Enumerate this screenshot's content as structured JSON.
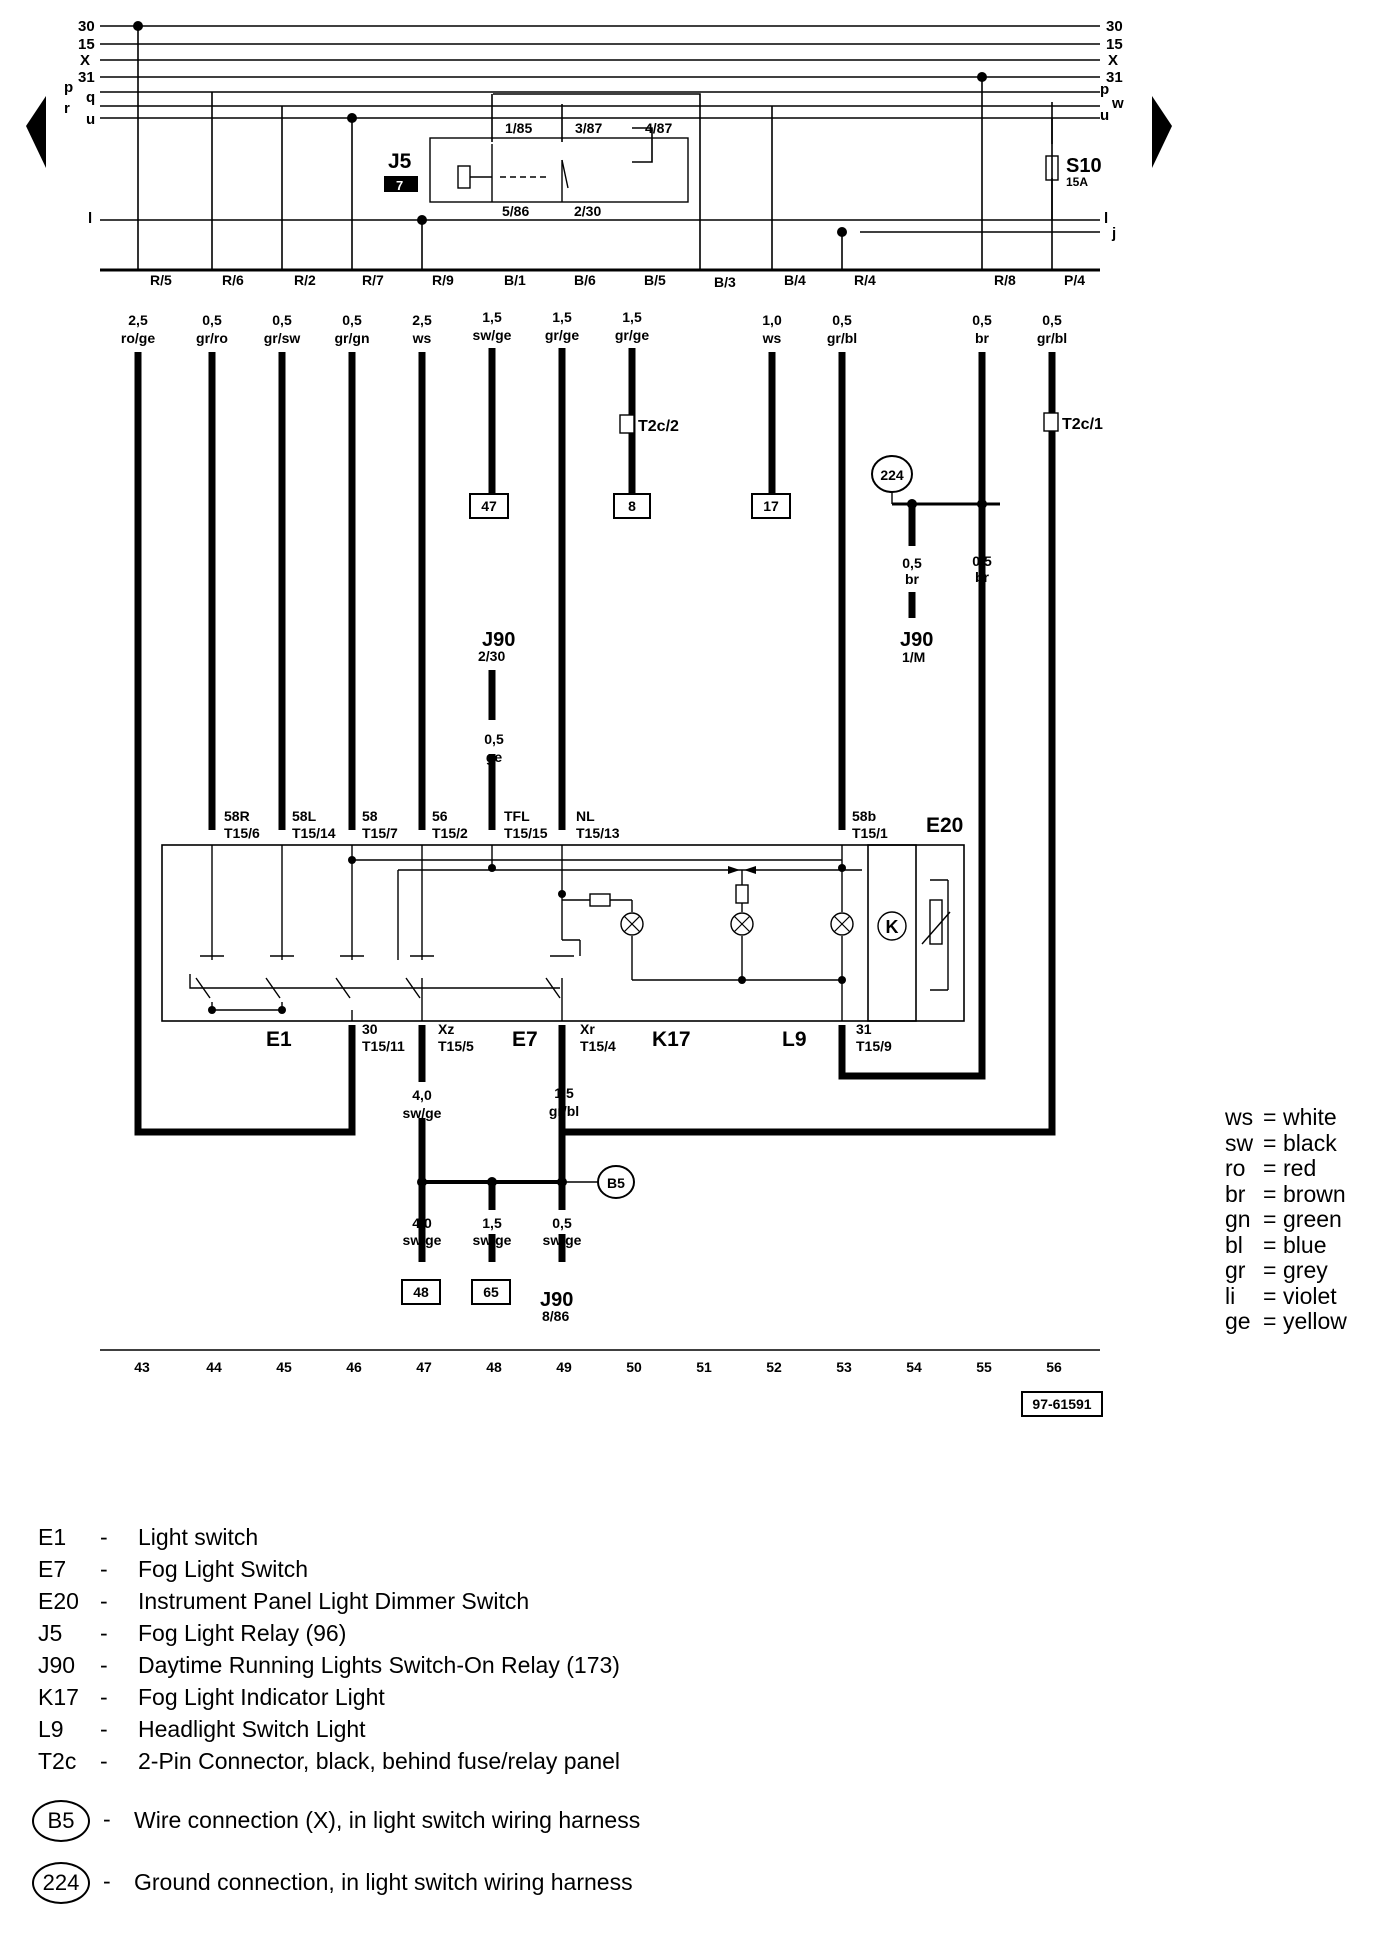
{
  "header_buses": {
    "left": [
      "30",
      "15",
      "X",
      "31",
      "p",
      "q",
      "r",
      "u"
    ],
    "right": [
      "30",
      "15",
      "X",
      "31",
      "p",
      "w",
      "u"
    ],
    "lower_left": "l",
    "lower_right": [
      "l",
      "j"
    ]
  },
  "relay": {
    "name": "J5",
    "number": "7",
    "pins": [
      "1/85",
      "3/87",
      "4/87",
      "5/86",
      "2/30"
    ]
  },
  "fuse": {
    "name": "S10",
    "rating": "15A"
  },
  "terminals": [
    "R/5",
    "R/6",
    "R/2",
    "R/7",
    "R/9",
    "B/1",
    "B/6",
    "B/5",
    "B/3",
    "B/4",
    "R/4",
    "R/8",
    "P/4"
  ],
  "wires_top": [
    {
      "size": "2,5",
      "color": "ro/ge"
    },
    {
      "size": "0,5",
      "color": "gr/ro"
    },
    {
      "size": "0,5",
      "color": "gr/sw"
    },
    {
      "size": "0,5",
      "color": "gr/gn"
    },
    {
      "size": "2,5",
      "color": "ws"
    },
    {
      "size": "1,5",
      "color": "sw/ge"
    },
    {
      "size": "1,5",
      "color": "gr/ge"
    },
    {
      "size": "1,5",
      "color": "gr/ge"
    },
    {
      "size": "1,0",
      "color": "ws"
    },
    {
      "size": "0,5",
      "color": "gr/bl"
    },
    {
      "size": "0,5",
      "color": "br"
    },
    {
      "size": "0,5",
      "color": "gr/bl"
    }
  ],
  "connectors": [
    {
      "name": "T2c/2"
    },
    {
      "name": "T2c/1"
    }
  ],
  "refs": [
    "47",
    "8",
    "17",
    "48",
    "65"
  ],
  "ground": {
    "id": "224",
    "wires": [
      {
        "size": "0,5",
        "color": "br"
      },
      {
        "size": "0,5",
        "color": "br"
      }
    ],
    "relay": "J90",
    "relay_pin": "1/M"
  },
  "j90_top": {
    "name": "J90",
    "pin": "2/30",
    "size": "0,5",
    "color": "ge"
  },
  "switch_pins_top": [
    {
      "fn": "58R",
      "pin": "T15/6"
    },
    {
      "fn": "58L",
      "pin": "T15/14"
    },
    {
      "fn": "58",
      "pin": "T15/7"
    },
    {
      "fn": "56",
      "pin": "T15/2"
    },
    {
      "fn": "TFL",
      "pin": "T15/15"
    },
    {
      "fn": "NL",
      "pin": "T15/13"
    },
    {
      "fn": "58b",
      "pin": "T15/1"
    }
  ],
  "switch_pins_bottom": [
    {
      "fn": "30",
      "pin": "T15/11"
    },
    {
      "fn": "Xz",
      "pin": "T15/5"
    },
    {
      "fn": "Xr",
      "pin": "T15/4"
    },
    {
      "fn": "31",
      "pin": "T15/9"
    }
  ],
  "components_in_box": [
    "E1",
    "E7",
    "K17",
    "L9",
    "E20",
    "K"
  ],
  "wires_bottom": [
    {
      "size": "4,0",
      "color": "sw/ge"
    },
    {
      "size": "1,5",
      "color": "gr/bl"
    }
  ],
  "junction": {
    "id": "B5"
  },
  "wires_junction": [
    {
      "size": "4,0",
      "color": "sw/ge"
    },
    {
      "size": "1,5",
      "color": "sw/ge"
    },
    {
      "size": "0,5",
      "color": "sw/ge"
    }
  ],
  "j90_bottom": {
    "name": "J90",
    "pin": "8/86"
  },
  "scale": [
    "43",
    "44",
    "45",
    "46",
    "47",
    "48",
    "49",
    "50",
    "51",
    "52",
    "53",
    "54",
    "55",
    "56"
  ],
  "doc_number": "97-61591",
  "color_legend": [
    {
      "abbr": "ws",
      "name": "white"
    },
    {
      "abbr": "sw",
      "name": "black"
    },
    {
      "abbr": "ro",
      "name": "red"
    },
    {
      "abbr": "br",
      "name": "brown"
    },
    {
      "abbr": "gn",
      "name": "green"
    },
    {
      "abbr": "bl",
      "name": "blue"
    },
    {
      "abbr": "gr",
      "name": "grey"
    },
    {
      "abbr": "li",
      "name": "violet"
    },
    {
      "abbr": "ge",
      "name": "yellow"
    }
  ],
  "component_legend": [
    {
      "code": "E1",
      "desc": "Light switch"
    },
    {
      "code": "E7",
      "desc": "Fog Light Switch"
    },
    {
      "code": "E20",
      "desc": "Instrument Panel Light Dimmer Switch"
    },
    {
      "code": "J5",
      "desc": "Fog Light Relay (96)"
    },
    {
      "code": "J90",
      "desc": "Daytime Running Lights Switch-On Relay (173)"
    },
    {
      "code": "K17",
      "desc": "Fog Light Indicator Light"
    },
    {
      "code": "L9",
      "desc": "Headlight Switch Light"
    },
    {
      "code": "T2c",
      "desc": "2-Pin Connector, black, behind fuse/relay panel"
    }
  ],
  "connection_legend": [
    {
      "code": "B5",
      "desc": "Wire connection (X), in light switch wiring harness"
    },
    {
      "code": "224",
      "desc": "Ground connection, in light switch wiring harness"
    }
  ]
}
